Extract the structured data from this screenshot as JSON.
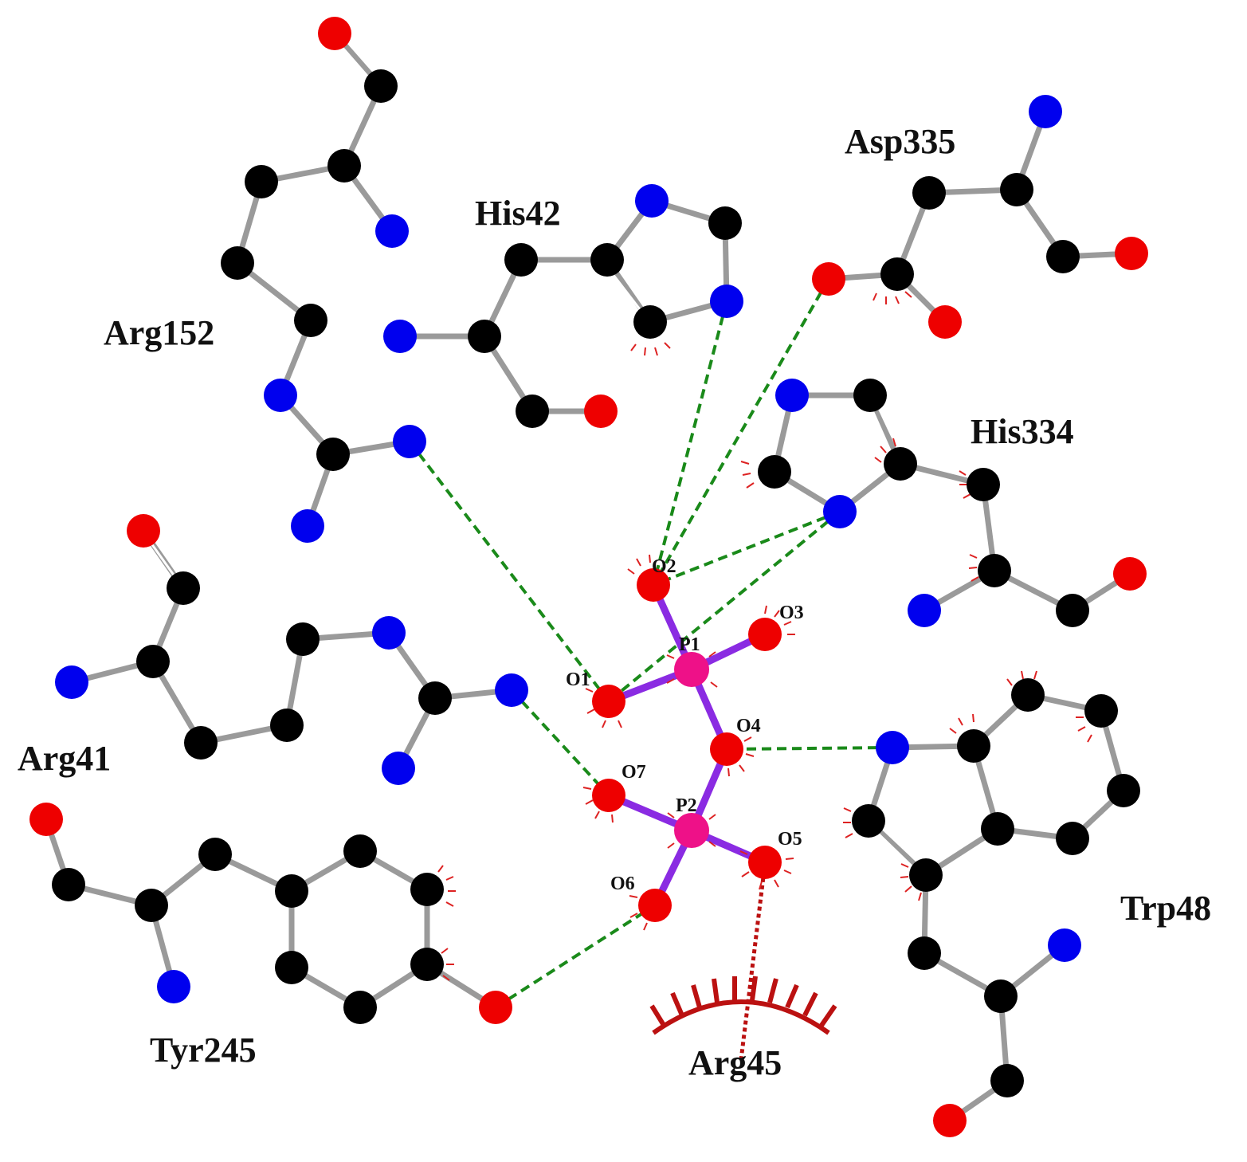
{
  "residues": {
    "arg152": "Arg152",
    "his42": "His42",
    "asp335": "Asp335",
    "his334": "His334",
    "arg41": "Arg41",
    "trp48": "Trp48",
    "tyr245": "Tyr245",
    "arg45": "Arg45"
  },
  "ligand_atoms": {
    "o1": "O1",
    "o2": "O2",
    "o3": "O3",
    "o4": "O4",
    "o5": "O5",
    "o6": "O6",
    "o7": "O7",
    "p1": "P1",
    "p2": "P2"
  },
  "colors": {
    "carbon": "#000000",
    "nitrogen": "#0000ee",
    "oxygen": "#ee0000",
    "phosphorus": "#ee1188",
    "residue_bond": "#9a9a9a",
    "ligand_bond": "#8a2be2",
    "hydrogen_bond": "#1a8a1a",
    "hydrophobic_contact": "#bb1111"
  }
}
